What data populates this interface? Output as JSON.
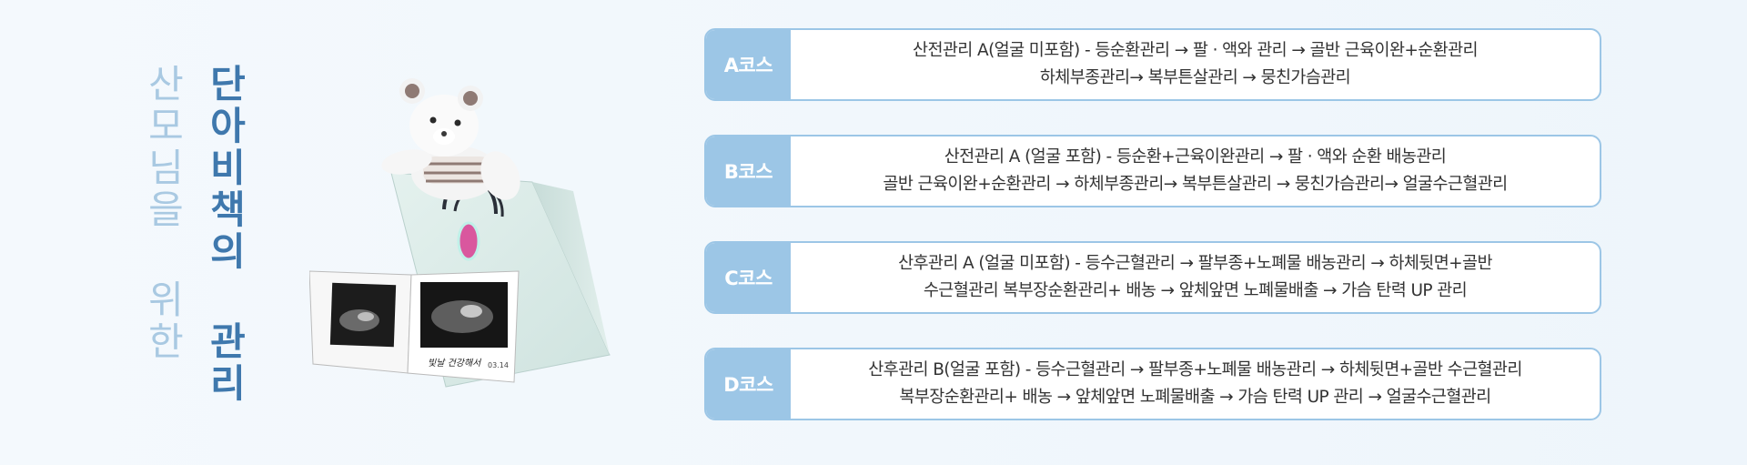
{
  "title": {
    "line1": "산모님을 위한",
    "line2": "단아비책의 관리"
  },
  "courses": [
    {
      "label": "A코스",
      "line1": "산전관리 A(얼굴 미포함) - 등순환관리 → 팔 · 액와 관리 → 골반 근육이완+순환관리",
      "line2": "하체부종관리→ 복부튼살관리 → 뭉친가슴관리"
    },
    {
      "label": "B코스",
      "line1": "산전관리 A (얼굴 포함) - 등순환+근육이완관리 → 팔 · 액와 순환 배농관리",
      "line2": "골반 근육이완+순환관리 → 하체부종관리→ 복부튼살관리 → 뭉친가슴관리→ 얼굴수근혈관리"
    },
    {
      "label": "C코스",
      "line1": "산후관리 A (얼굴 미포함) - 등수근혈관리 →  팔부종+노폐물 배농관리 →  하체뒷면+골반",
      "line2": "수근혈관리 복부장순환관리+ 배농 →  앞체앞면 노폐물배출 →  가슴 탄력 UP 관리"
    },
    {
      "label": "D코스",
      "line1": "산후관리 B(얼굴 포함) - 등수근혈관리 →  팔부종+노폐물 배농관리 →  하체뒷면+골반 수근혈관리",
      "line2": "복부장순환관리+ 배농 →  앞체앞면 노폐물배출 →  가슴 탄력 UP 관리  →  얼굴수근혈관리"
    }
  ],
  "photo": {
    "caption_script": "빛날 건강해서",
    "date": "03.14"
  },
  "colors": {
    "badge": "#9cc6e6",
    "title_dark": "#3f78ad",
    "title_light": "#a9c9e2"
  }
}
